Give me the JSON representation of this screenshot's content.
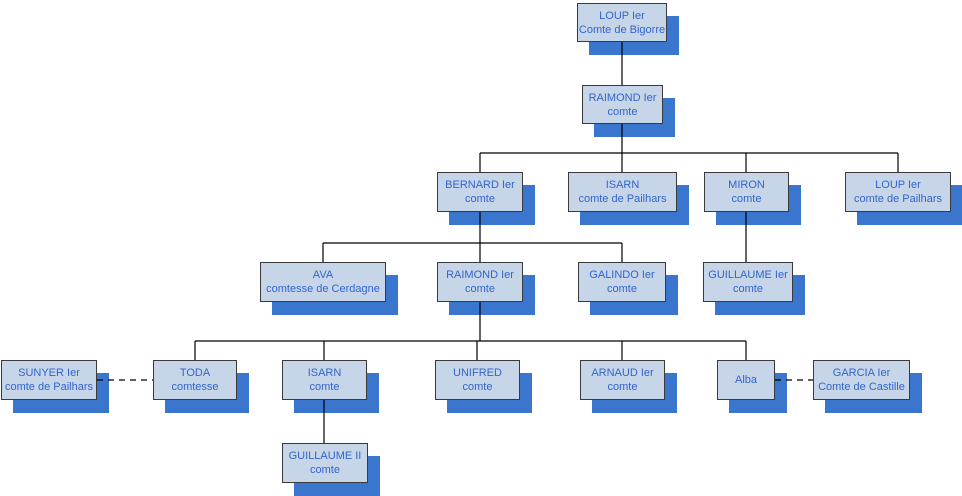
{
  "diagram": {
    "type": "family-tree",
    "nodes": [
      {
        "id": "loup-ier-bigorre",
        "line1": "LOUP Ier",
        "line2": "Comte de Bigorre"
      },
      {
        "id": "raimond-ier",
        "line1": "RAIMOND Ier",
        "line2": "comte"
      },
      {
        "id": "bernard-ier",
        "line1": "BERNARD Ier",
        "line2": "comte"
      },
      {
        "id": "isarn-pailhars",
        "line1": "ISARN",
        "line2": "comte de Pailhars"
      },
      {
        "id": "miron",
        "line1": "MIRON",
        "line2": "comte"
      },
      {
        "id": "loup-ier-pailhars",
        "line1": "LOUP Ier",
        "line2": "comte de Pailhars"
      },
      {
        "id": "ava",
        "line1": "AVA",
        "line2": "comtesse de Cerdagne"
      },
      {
        "id": "raimond-ier-2",
        "line1": "RAIMOND Ier",
        "line2": "comte"
      },
      {
        "id": "galindo-ier",
        "line1": "GALINDO Ier",
        "line2": "comte"
      },
      {
        "id": "guillaume-ier",
        "line1": "GUILLAUME Ier",
        "line2": "comte"
      },
      {
        "id": "sunyer-ier",
        "line1": "SUNYER Ier",
        "line2": "comte de Pailhars"
      },
      {
        "id": "toda",
        "line1": "TODA",
        "line2": "comtesse"
      },
      {
        "id": "isarn",
        "line1": "ISARN",
        "line2": "comte"
      },
      {
        "id": "unifred",
        "line1": "UNIFRED",
        "line2": "comte"
      },
      {
        "id": "arnaud-ier",
        "line1": "ARNAUD Ier",
        "line2": "comte"
      },
      {
        "id": "alba",
        "line1": "Alba",
        "line2": ""
      },
      {
        "id": "garcia-ier",
        "line1": "GARCIA Ier",
        "line2": "Comte de Castille"
      },
      {
        "id": "guillaume-ii",
        "line1": "GUILLAUME II",
        "line2": "comte"
      }
    ],
    "edges": {
      "parent_child": [
        {
          "parent": "loup-ier-bigorre",
          "children": [
            "raimond-ier"
          ]
        },
        {
          "parent": "raimond-ier",
          "children": [
            "bernard-ier",
            "isarn-pailhars",
            "miron",
            "loup-ier-pailhars"
          ]
        },
        {
          "parent": "bernard-ier",
          "children": [
            "ava",
            "raimond-ier-2",
            "galindo-ier"
          ]
        },
        {
          "parent": "miron",
          "children": [
            "guillaume-ier"
          ]
        },
        {
          "parent": "raimond-ier-2",
          "children": [
            "toda",
            "isarn",
            "unifred",
            "arnaud-ier",
            "alba"
          ]
        },
        {
          "parent": "isarn",
          "children": [
            "guillaume-ii"
          ]
        }
      ],
      "marriages": [
        {
          "between": [
            "sunyer-ier",
            "toda"
          ]
        },
        {
          "between": [
            "alba",
            "garcia-ier"
          ]
        }
      ]
    },
    "colors": {
      "box_fill": "#c6d5e8",
      "box_border": "#3a3a3a",
      "box_shadow": "#3a76cd",
      "text": "#3365cb",
      "line": "#000000",
      "background": "#ffffff"
    }
  }
}
